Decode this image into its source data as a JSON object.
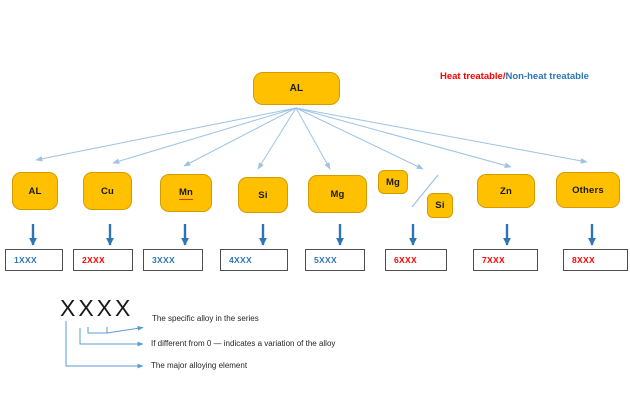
{
  "colors": {
    "heat": "#FF0000",
    "non_heat": "#2E75B6",
    "node_fill": "#FFC000",
    "node_border": "#D49A00",
    "fan_line": "#9DC3E6",
    "series_arrow": "#2E75B6",
    "annotation_line": "#5B9BD5"
  },
  "legend": {
    "heat_label": "Heat treatable/",
    "non_heat_label": "Non-heat treatable"
  },
  "root": {
    "label": "AL"
  },
  "children": [
    {
      "label": "AL"
    },
    {
      "label": "Cu"
    },
    {
      "label": "Mn"
    },
    {
      "label": "Si"
    },
    {
      "label": "Mg"
    },
    {
      "label": "Mg"
    },
    {
      "label": "Si"
    },
    {
      "label": "Zn"
    },
    {
      "label": "Others"
    }
  ],
  "series": [
    {
      "label": "1XXX",
      "color_role": "non_heat"
    },
    {
      "label": "2XXX",
      "color_role": "heat"
    },
    {
      "label": "3XXX",
      "color_role": "non_heat"
    },
    {
      "label": "4XXX",
      "color_role": "non_heat"
    },
    {
      "label": "5XXX",
      "color_role": "non_heat"
    },
    {
      "label": "6XXX",
      "color_role": "heat"
    },
    {
      "label": "7XXX",
      "color_role": "heat"
    },
    {
      "label": "8XXX",
      "color_role": "heat"
    }
  ],
  "annotation": {
    "code": "XXXX",
    "specific_alloy": "The specific alloy in the series",
    "variation": "If different from 0 — indicates a variation of the alloy",
    "major_element": "The major alloying element"
  }
}
